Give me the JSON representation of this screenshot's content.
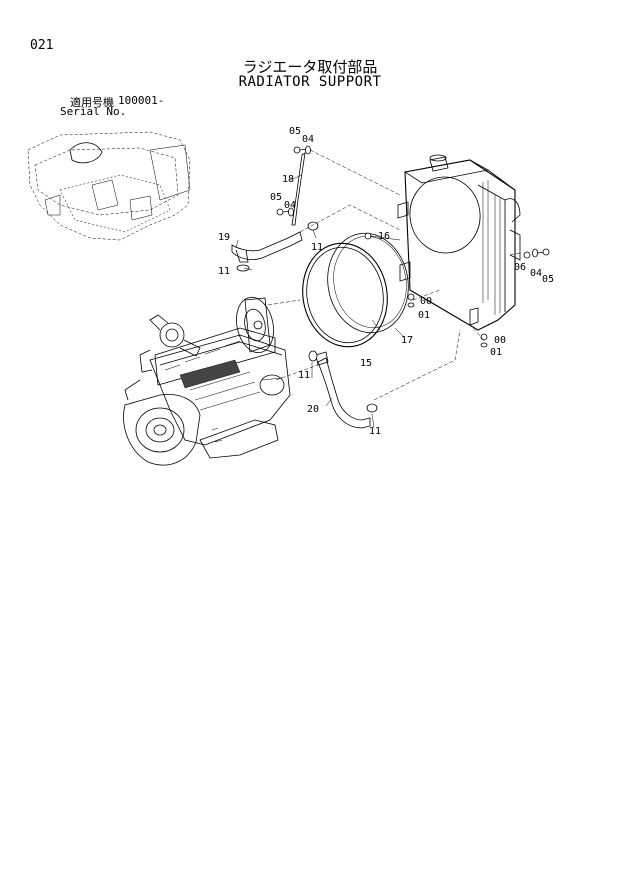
{
  "header": {
    "page_number": "021",
    "title_jp": "ラジエータ取付部品",
    "title_en": "RADIATOR SUPPORT",
    "serial_label_jp": "適用号機",
    "serial_range": "100001-",
    "serial_label_en": "Serial No."
  },
  "callouts": [
    "05",
    "04",
    "18",
    "05",
    "04",
    "16",
    "11",
    "19",
    "11",
    "06",
    "04",
    "05",
    "00",
    "01",
    "17",
    "00",
    "01",
    "15",
    "11",
    "20",
    "11"
  ]
}
